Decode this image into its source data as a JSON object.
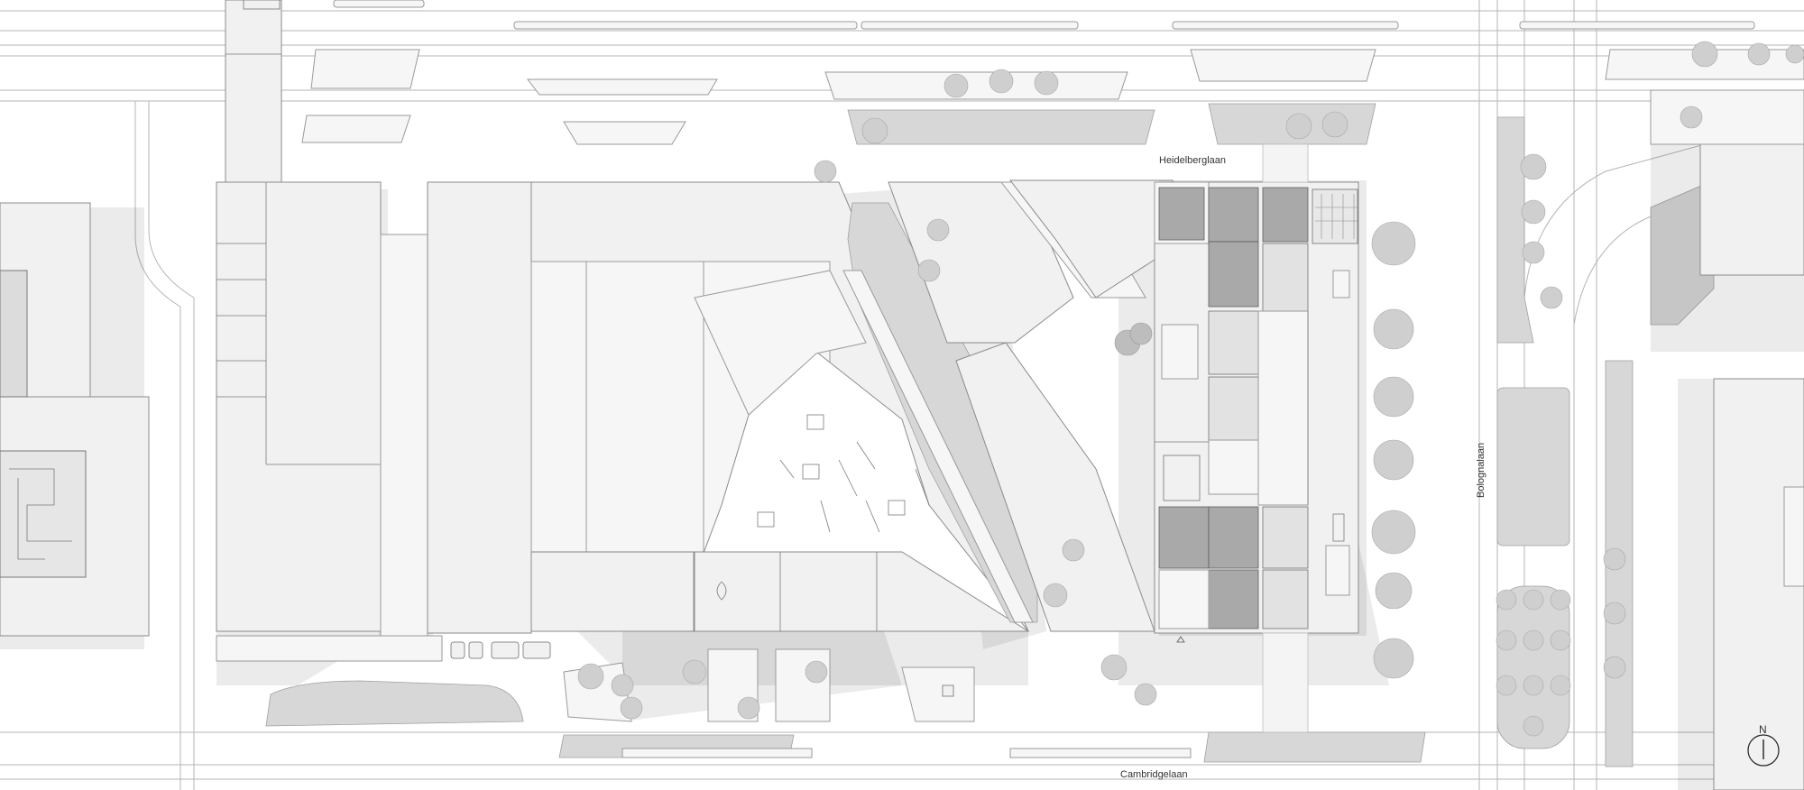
{
  "map": {
    "streets": {
      "north": "Heidelberglaan",
      "east": "Bolognalaan",
      "south": "Cambridgelaan"
    },
    "north_arrow": {
      "label": "N",
      "icon": "north-arrow-icon"
    },
    "colors": {
      "background": "#ffffff",
      "building_fill": "#f1f1f1",
      "shadow": "#000000",
      "green_space": "#d7d7d7",
      "line": "#8a8a8a"
    }
  }
}
